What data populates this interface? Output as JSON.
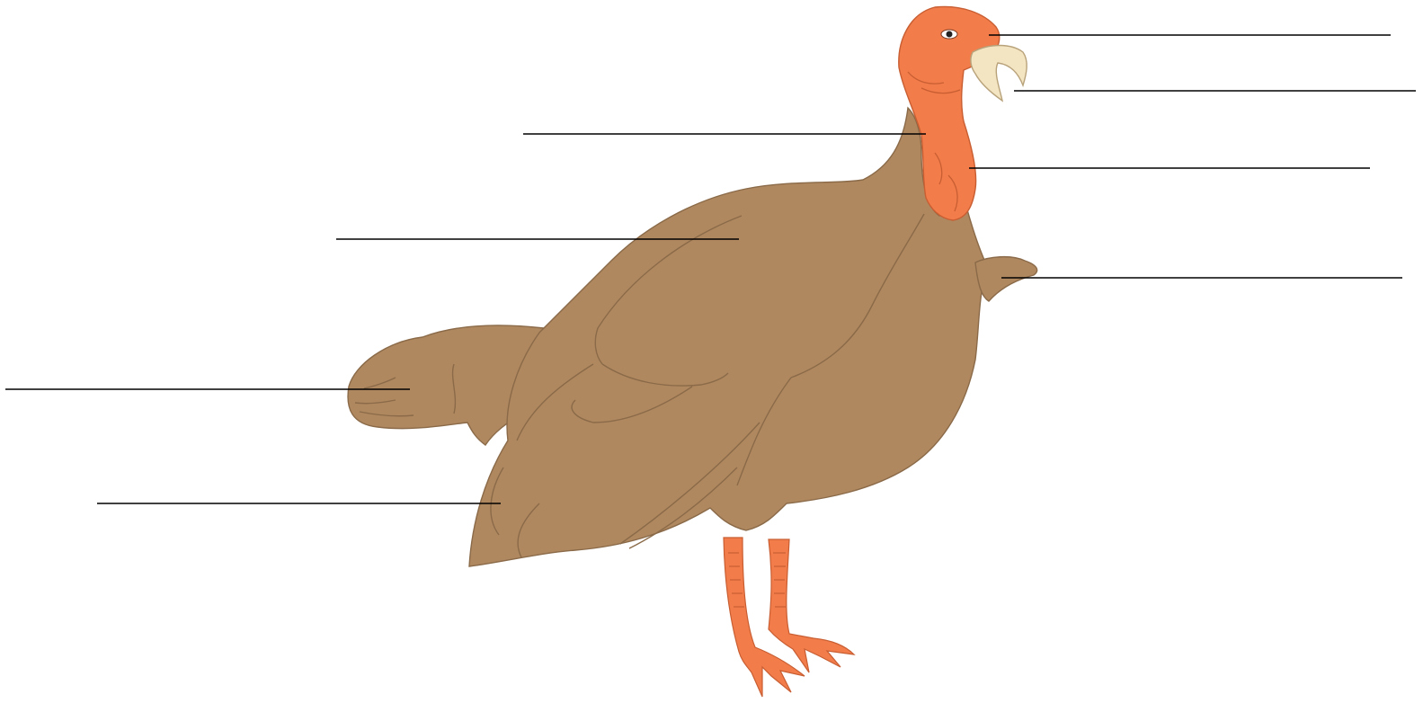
{
  "diagram": {
    "colors": {
      "body": "#b08860",
      "body_outline": "#8a6a48",
      "head": "#f27c4a",
      "head_outline": "#c85e32",
      "beak": "#f3e4c2",
      "legs": "#f27c4a",
      "eye": "#222222",
      "label_line": "#000000",
      "background": "#ffffff"
    },
    "labels": [
      {
        "id": "eye",
        "text": ""
      },
      {
        "id": "beak",
        "text": ""
      },
      {
        "id": "neck",
        "text": ""
      },
      {
        "id": "wattle",
        "text": ""
      },
      {
        "id": "back",
        "text": ""
      },
      {
        "id": "breast",
        "text": ""
      },
      {
        "id": "tail",
        "text": ""
      },
      {
        "id": "wing",
        "text": ""
      }
    ]
  }
}
